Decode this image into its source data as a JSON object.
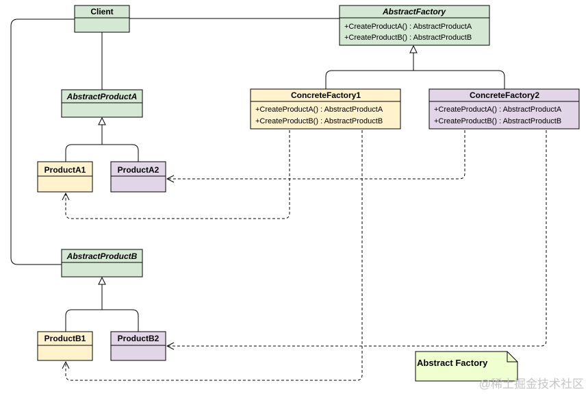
{
  "colors": {
    "green_fill": "#d5e8d4",
    "yellow_fill": "#fff2cc",
    "purple_fill": "#e1d5e7",
    "note_fill": "#f0ffd0",
    "stroke": "#000000"
  },
  "classes": {
    "client": {
      "name": "Client"
    },
    "abstract_factory": {
      "name": "AbstractFactory",
      "methods": [
        "+CreateProductA() : AbstractProductA",
        "+CreateProductB() : AbstractProductB"
      ]
    },
    "abstract_product_a": {
      "name": "AbstractProductA"
    },
    "concrete_factory_1": {
      "name": "ConcreteFactory1",
      "methods": [
        "+CreateProductA() : AbstractProductA",
        "+CreateProductB() : AbstractProductB"
      ]
    },
    "concrete_factory_2": {
      "name": "ConcreteFactory2",
      "methods": [
        "+CreateProductA() : AbstractProductA",
        "+CreateProductB() : AbstractProductB"
      ]
    },
    "product_a1": {
      "name": "ProductA1"
    },
    "product_a2": {
      "name": "ProductA2"
    },
    "abstract_product_b": {
      "name": "AbstractProductB"
    },
    "product_b1": {
      "name": "ProductB1"
    },
    "product_b2": {
      "name": "ProductB2"
    }
  },
  "note": {
    "text": "Abstract Factory"
  },
  "watermark": {
    "text": "@稀土掘金技术社区"
  }
}
